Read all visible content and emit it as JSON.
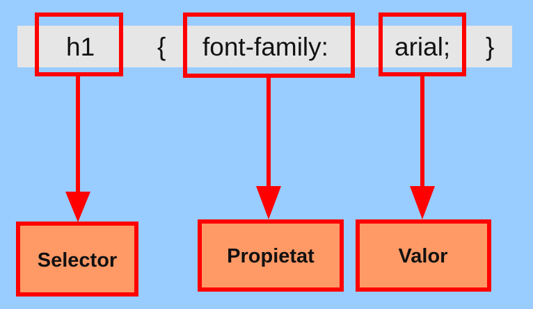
{
  "code": {
    "selector": "h1",
    "open_brace": "{",
    "property": "font-family:",
    "value": "arial;",
    "close_brace": "}"
  },
  "labels": {
    "selector": "Selector",
    "property": "Propietat",
    "value": "Valor"
  },
  "colors": {
    "background": "#99ccff",
    "code_band": "#e6e6e6",
    "highlight": "#ff0000",
    "label_fill": "#ff9966"
  }
}
